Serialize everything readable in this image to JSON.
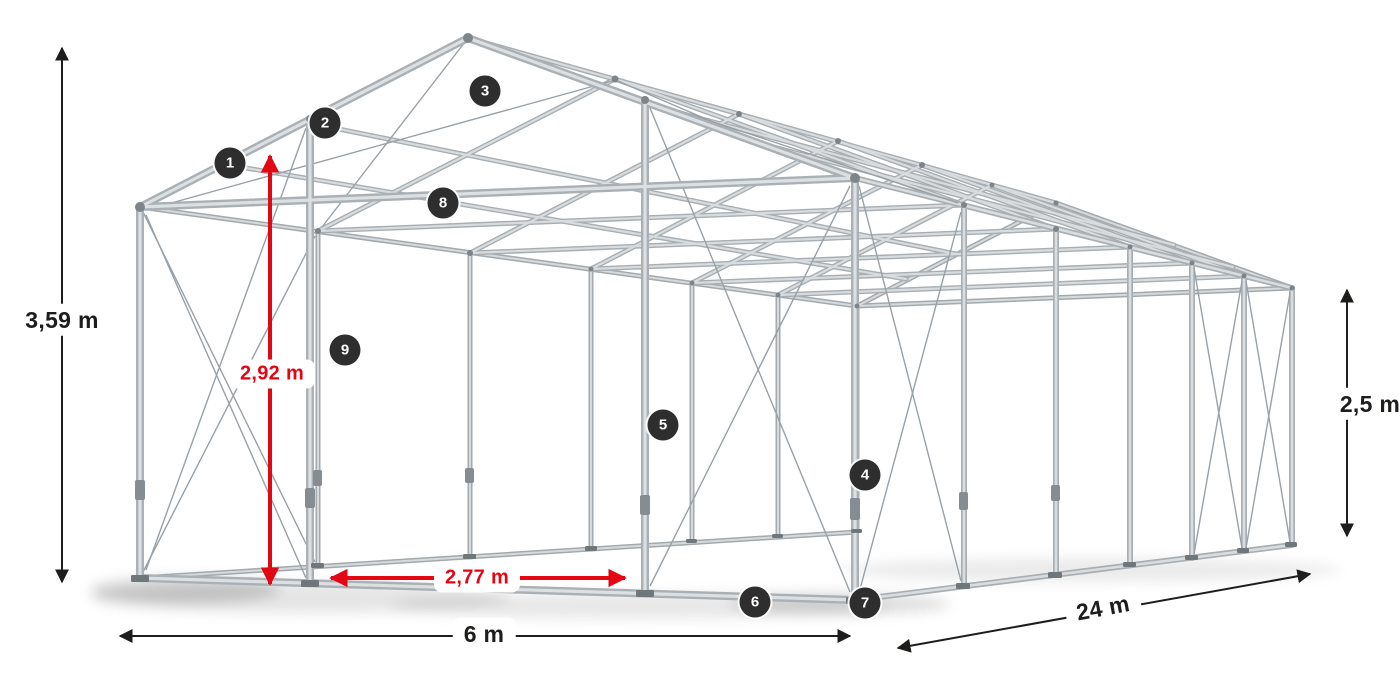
{
  "diagram": {
    "background_color": "#ffffff",
    "frame_color": "#aab0b4",
    "dimensions": {
      "total_height": {
        "label": "3,59 m",
        "style": "black",
        "orientation": "vertical"
      },
      "entrance_height": {
        "label": "2,92 m",
        "style": "red",
        "orientation": "vertical"
      },
      "entrance_width": {
        "label": "2,77 m",
        "style": "red",
        "orientation": "horizontal"
      },
      "front_width": {
        "label": "6 m",
        "style": "black",
        "orientation": "horizontal"
      },
      "side_length": {
        "label": "24 m",
        "style": "black",
        "orientation": "diagonal"
      },
      "side_height": {
        "label": "2,5 m",
        "style": "black",
        "orientation": "vertical"
      }
    },
    "callouts": [
      {
        "number": "1"
      },
      {
        "number": "2"
      },
      {
        "number": "3"
      },
      {
        "number": "4"
      },
      {
        "number": "5"
      },
      {
        "number": "6"
      },
      {
        "number": "7"
      },
      {
        "number": "8"
      },
      {
        "number": "9"
      }
    ],
    "colors": {
      "dimension_black": "#1d1d1b",
      "dimension_red": "#e30613",
      "badge_background": "#2e2e2e",
      "badge_text": "#ffffff",
      "frame_steel": "#aab0b4"
    }
  }
}
